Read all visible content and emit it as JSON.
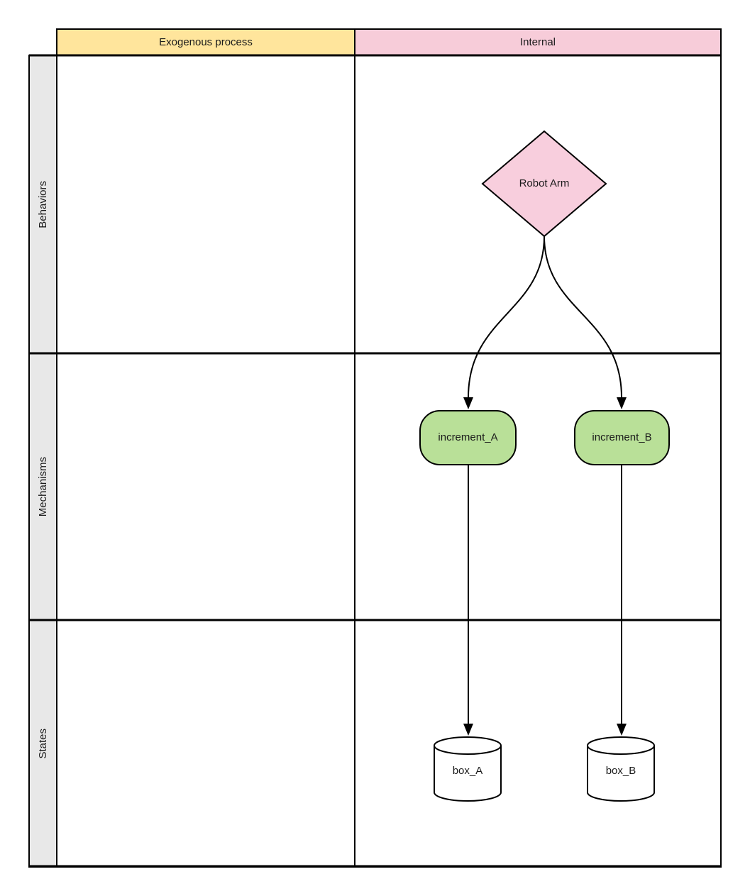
{
  "palette": {
    "header_yellow": "#FFE59C",
    "header_pink": "#F7CCD9",
    "diamond_pink": "#F8CEDD",
    "process_green": "#B9E098",
    "row_label_gray": "#E8E8E8",
    "line_color": "#000000",
    "node_fill_white": "#FFFFFF"
  },
  "grid": {
    "column_headers": [
      {
        "id": "exogenous",
        "label": "Exogenous process"
      },
      {
        "id": "internal",
        "label": "Internal"
      }
    ],
    "row_headers": [
      {
        "id": "behaviors",
        "label": "Behaviors"
      },
      {
        "id": "mechanisms",
        "label": "Mechanisms"
      },
      {
        "id": "states",
        "label": "States"
      }
    ]
  },
  "nodes": [
    {
      "id": "robot_arm",
      "label": "Robot Arm",
      "shape": "diamond",
      "row": "Behaviors",
      "column": "Internal"
    },
    {
      "id": "increment_a",
      "label": "increment_A",
      "shape": "rounded-rect",
      "row": "Mechanisms",
      "column": "Internal"
    },
    {
      "id": "increment_b",
      "label": "increment_B",
      "shape": "rounded-rect",
      "row": "Mechanisms",
      "column": "Internal"
    },
    {
      "id": "box_a",
      "label": "box_A",
      "shape": "cylinder",
      "row": "States",
      "column": "Internal"
    },
    {
      "id": "box_b",
      "label": "box_B",
      "shape": "cylinder",
      "row": "States",
      "column": "Internal"
    }
  ],
  "edges": [
    {
      "from": "robot_arm",
      "to": "increment_a",
      "style": "curved-arrow"
    },
    {
      "from": "robot_arm",
      "to": "increment_b",
      "style": "curved-arrow"
    },
    {
      "from": "increment_a",
      "to": "box_a",
      "style": "straight-arrow"
    },
    {
      "from": "increment_b",
      "to": "box_b",
      "style": "straight-arrow"
    }
  ]
}
